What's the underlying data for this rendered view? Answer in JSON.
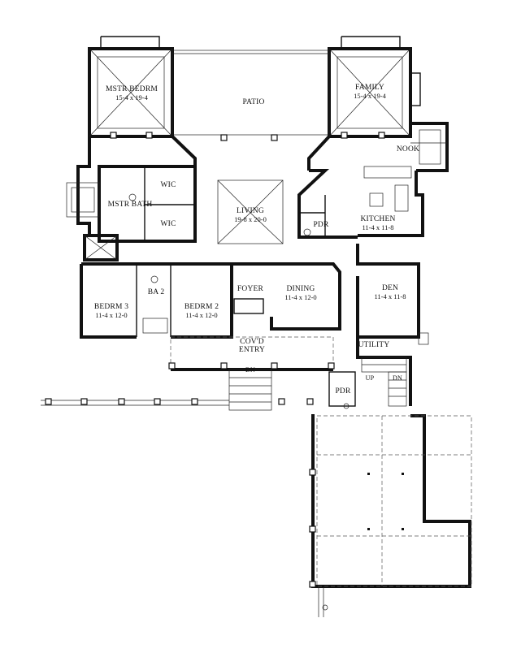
{
  "rooms": {
    "master_bedroom": {
      "name": "MSTR BEDRM",
      "dim": "15-4 x 19-4"
    },
    "patio": {
      "name": "PATIO"
    },
    "family": {
      "name": "FAMILY",
      "dim": "15-4 x 19-4"
    },
    "nook": {
      "name": "NOOK"
    },
    "wic_upper": {
      "name": "WIC"
    },
    "wic_lower": {
      "name": "WIC"
    },
    "master_bath": {
      "name": "MSTR BATH"
    },
    "living": {
      "name": "LIVING",
      "dim": "19-8 x 20-0"
    },
    "pdr_main": {
      "name": "PDR"
    },
    "kitchen": {
      "name": "KITCHEN",
      "dim": "11-4 x 11-8"
    },
    "ba2": {
      "name": "BA 2"
    },
    "bedroom3": {
      "name": "BEDRM 3",
      "dim": "11-4 x 12-0"
    },
    "bedroom2": {
      "name": "BEDRM 2",
      "dim": "11-4 x 12-0"
    },
    "foyer": {
      "name": "FOYER"
    },
    "dining": {
      "name": "DINING",
      "dim": "11-4 x 12-0"
    },
    "den": {
      "name": "DEN",
      "dim": "11-4 x 11-8"
    },
    "covered_entry": {
      "name": "COV'D",
      "name2": "ENTRY"
    },
    "utility": {
      "name": "UTILITY"
    },
    "pdr_lower": {
      "name": "PDR"
    }
  },
  "stairs": {
    "entry_down": "DN",
    "up": "UP",
    "down": "DN"
  }
}
